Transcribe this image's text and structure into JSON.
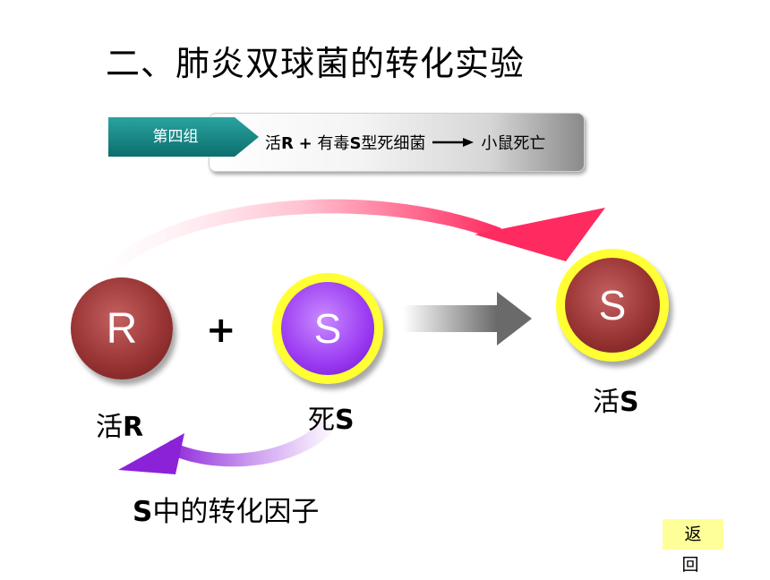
{
  "title": "二、肺炎双球菌的转化实验",
  "banner": {
    "group_label": "第四组",
    "left_text": "活R + 有毒S型死细菌",
    "right_text": "小鼠死亡"
  },
  "circles": {
    "r_letter": "R",
    "s_dead_letter": "S",
    "s_live_letter": "S"
  },
  "plus_sign": "+",
  "labels": {
    "live_r": "活R",
    "dead_s": "死S",
    "live_s": "活S"
  },
  "transform_factor": "S中的转化因子",
  "back_button": "返 回",
  "colors": {
    "teal_tag": "#0b6f6d",
    "pink_arrow": "#ff3366",
    "purple_arrow": "#8a2be2",
    "yellow_ring": "#ffff33",
    "r_bacteria": "#9a3535",
    "s_dead": "#9a3af2",
    "back_button_bg": "#ffff99"
  }
}
